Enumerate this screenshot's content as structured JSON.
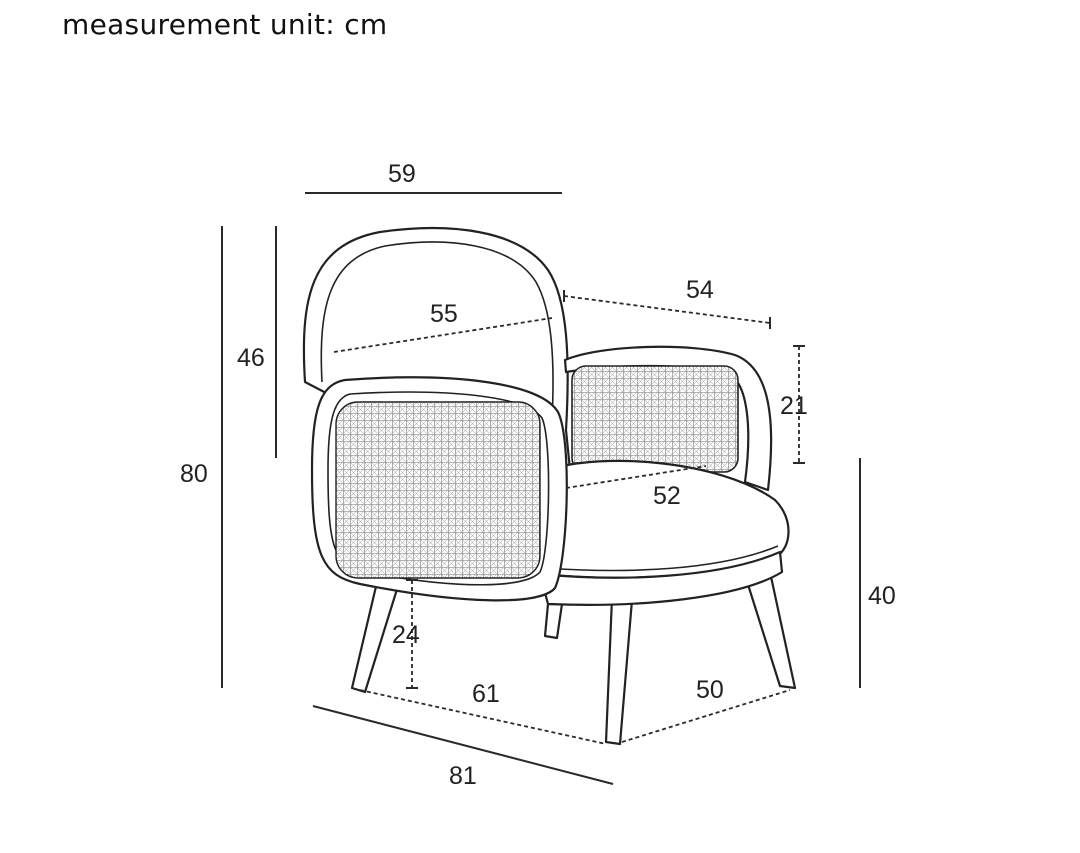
{
  "header": {
    "title": "measurement unit: cm"
  },
  "dimensions": {
    "top_width": "59",
    "back_width": "55",
    "seat_depth_top": "54",
    "back_height": "46",
    "overall_height": "80",
    "armrest_height": "21",
    "seat_width": "52",
    "seat_height": "40",
    "leg_height": "24",
    "front_width": "61",
    "side_depth": "50",
    "overall_width": "81"
  },
  "colors": {
    "line": "#2a2a2a",
    "text": "#222222",
    "background": "#ffffff"
  },
  "icons": [
    "chair-line-drawing"
  ]
}
